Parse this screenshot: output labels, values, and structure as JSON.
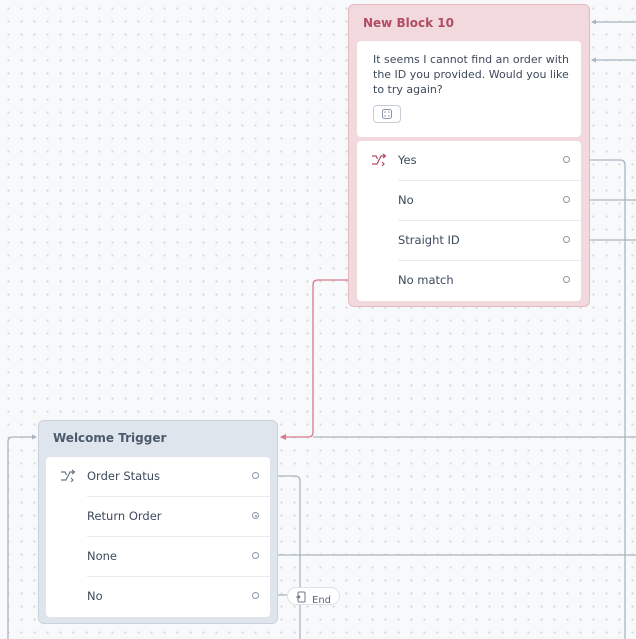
{
  "new_block": {
    "title": "New Block 10",
    "message": "It seems I cannot find an order with the ID you provided. Would you like to try again?",
    "choices": [
      {
        "label": "Yes",
        "branch": true
      },
      {
        "label": "No",
        "branch": false
      },
      {
        "label": "Straight ID",
        "branch": false
      },
      {
        "label": "No match",
        "branch": false
      }
    ]
  },
  "welcome_block": {
    "title": "Welcome Trigger",
    "choices": [
      {
        "label": "Order Status",
        "branch": true
      },
      {
        "label": "Return Order",
        "branch": false
      },
      {
        "label": "None",
        "branch": false
      },
      {
        "label": "No",
        "branch": false
      }
    ]
  },
  "end_node": {
    "label": "End",
    "icon": "exit-door-icon"
  },
  "colors": {
    "canvas_bg": "#f8f9fa",
    "accent_pink": "#d87a89",
    "connector_gray": "#a9b4c1",
    "new_block_header": "#f1d9dd",
    "welcome_block_header": "#dfe5ec",
    "title_pink": "#b14c62"
  }
}
